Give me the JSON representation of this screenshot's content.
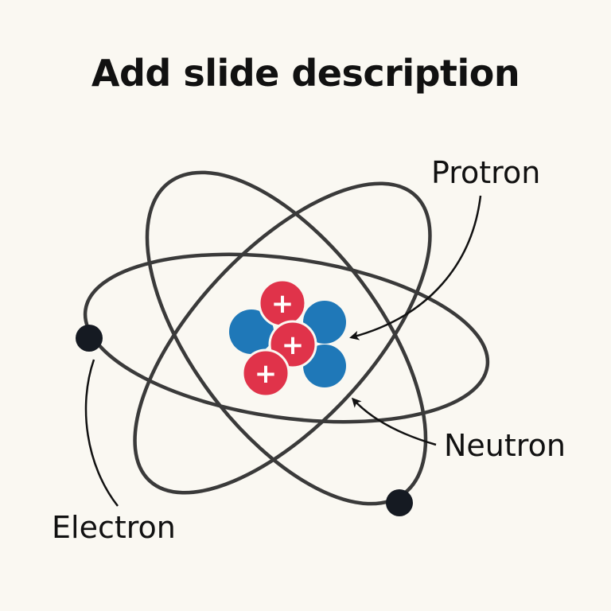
{
  "slide": {
    "title": "Add slide description"
  },
  "diagram": {
    "labels": {
      "proton": "Protron",
      "neutron": "Neutron",
      "electron": "Electron"
    },
    "proton_sign": "+",
    "colors": {
      "proton": "#e0334a",
      "neutron": "#1f78b8",
      "electron": "#151a22",
      "orbit": "#3a3a3a",
      "background": "#faf8f2",
      "text": "#111111"
    }
  }
}
